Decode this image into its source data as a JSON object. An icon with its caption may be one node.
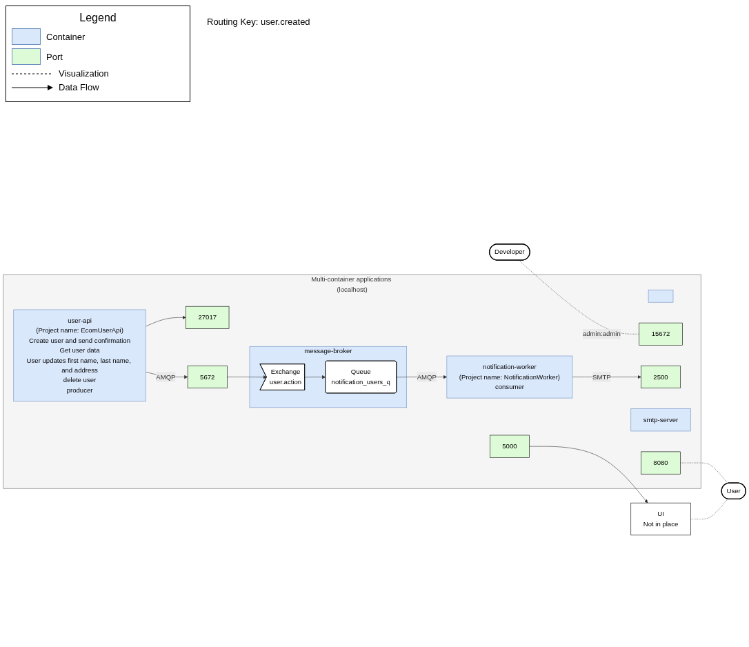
{
  "diagram": {
    "nodes": [
      {
        "text": [
          "Developer"
        ]
      },
      {
        "text": [
          "Multi-container applications (localhost)"
        ]
      },
      {
        "text": [
          "user-api",
          "(Project name: EcomUserApi)",
          "Create user and send confirmation",
          "Get user data",
          "User updates first name, last name, and address",
          "delete user",
          "producer"
        ],
        "in": 1
      },
      {
        "text": [
          "5000"
        ],
        "in": 1
      },
      {
        "text": [
          "27017"
        ],
        "in": 1
      },
      {
        "text": [],
        "shape": "box",
        "in": 1
      },
      {
        "text": [
          "15672"
        ],
        "in": 1
      },
      {
        "text": [
          "message-broker"
        ],
        "in": 1
      },
      {
        "text": [
          "5672"
        ],
        "in": 1
      },
      {
        "text": [
          "Exchange",
          "user.action"
        ],
        "in": 7
      },
      {
        "text": [
          "Queue",
          "notification_users_q"
        ],
        "in": 7
      },
      {
        "text": [
          "notification-worker",
          "(Project name: NotificationWorker)",
          "consumer"
        ],
        "in": 1
      },
      {
        "text": [
          "2500"
        ],
        "in": 1
      },
      {
        "text": [
          "smtp-server"
        ],
        "in": 1
      },
      {
        "text": [
          "8080"
        ],
        "in": 1
      },
      {
        "text": [
          "UI",
          "Not in place"
        ]
      },
      {
        "text": [
          "User"
        ]
      }
    ],
    "edges": [
      {
        "from": 0,
        "to": 6,
        "arrow": "none",
        "label": "admin:admin",
        "style": "dashed"
      },
      {
        "from": 2,
        "to": 8,
        "arrow": "to",
        "label": "AMQP"
      },
      {
        "from": 8,
        "to": 9,
        "arrow": "to"
      },
      {
        "from": 9,
        "to": 10,
        "arrow": "to"
      },
      {
        "from": 10,
        "to": 11,
        "arrow": "to",
        "label": "AMQP"
      },
      {
        "from": 2,
        "to": 4,
        "arrow": "to"
      },
      {
        "from": 3,
        "to": 15,
        "arrow": "to"
      },
      {
        "from": 11,
        "to": 12,
        "arrow": "to",
        "label": "SMTP"
      },
      {
        "from": 14,
        "to": 16,
        "arrow": "none",
        "style": "dashed"
      },
      {
        "from": 15,
        "to": 16,
        "arrow": "none",
        "style": "dashed"
      }
    ],
    "labels": [
      "Legend",
      "Routing Key: user.created"
    ],
    "legend": [
      {
        "text": "Container",
        "color": "#dae8fc"
      },
      {
        "text": "Port",
        "color": "#ddfbd6"
      },
      {
        "text": "Visualization"
      },
      {
        "text": "Data Flow"
      }
    ]
  }
}
